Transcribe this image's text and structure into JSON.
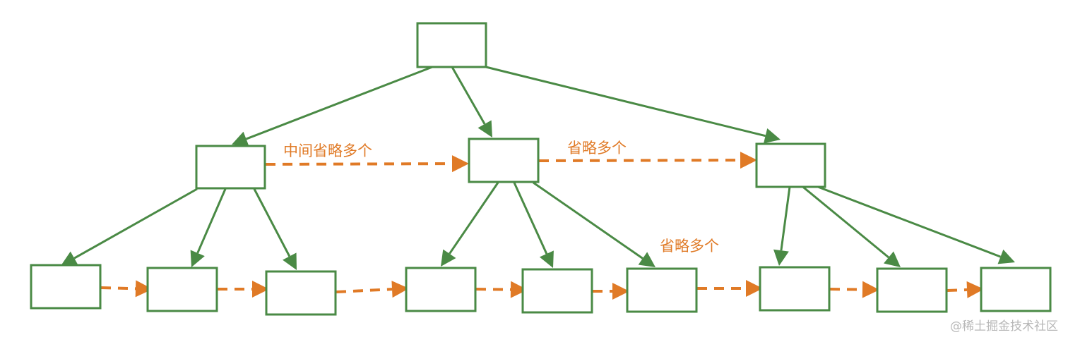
{
  "diagram": {
    "title": "",
    "colors": {
      "node_border": "#4a8a45",
      "tree_edge": "#4a8a45",
      "leaf_link": "#e07a26",
      "annotation": "#e07a26",
      "watermark": "#b7b7b7"
    },
    "levels": {
      "root": {
        "node_count": 1
      },
      "internal": {
        "node_count": 3
      },
      "leaves": {
        "node_count": 9
      }
    },
    "annotations": {
      "middle_omitted": "中间省略多个",
      "omitted_upper": "省略多个",
      "omitted_lower": "省略多个"
    },
    "watermark": "@稀土掘金技术社区"
  }
}
